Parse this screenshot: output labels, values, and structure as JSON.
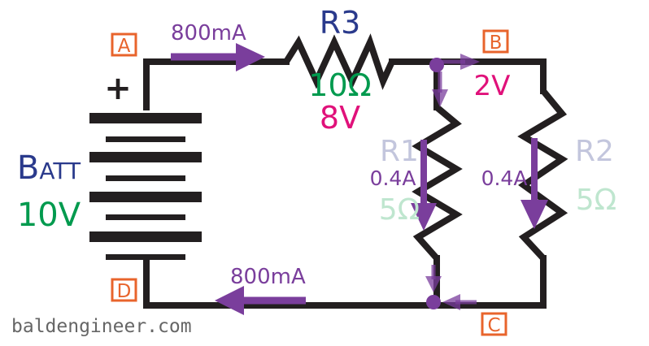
{
  "nodes": {
    "a": "A",
    "b": "B",
    "c": "C",
    "d": "D"
  },
  "battery": {
    "name": "Batt",
    "voltage": "10V",
    "polarity": "+"
  },
  "r3": {
    "name": "R3",
    "resistance": "10Ω",
    "voltage": "8V"
  },
  "r1": {
    "name": "R1",
    "resistance": "5Ω",
    "current": "0.4A"
  },
  "r2": {
    "name": "R2",
    "resistance": "5Ω",
    "current": "0.4A"
  },
  "currents": {
    "top": "800mA",
    "bottom": "800mA"
  },
  "node_b_voltage": "2V",
  "watermark": "baldengineer.com",
  "colors": {
    "wire": "#231f20",
    "arrow": "#7a3e9c",
    "node_box": "#e8642c",
    "label_blue": "#2a3a8c",
    "label_green": "#009a4e",
    "label_magenta": "#e0117a",
    "faded_blue": "#c3c6dd",
    "faded_green": "#bfe6cf",
    "watermark": "#666666"
  }
}
